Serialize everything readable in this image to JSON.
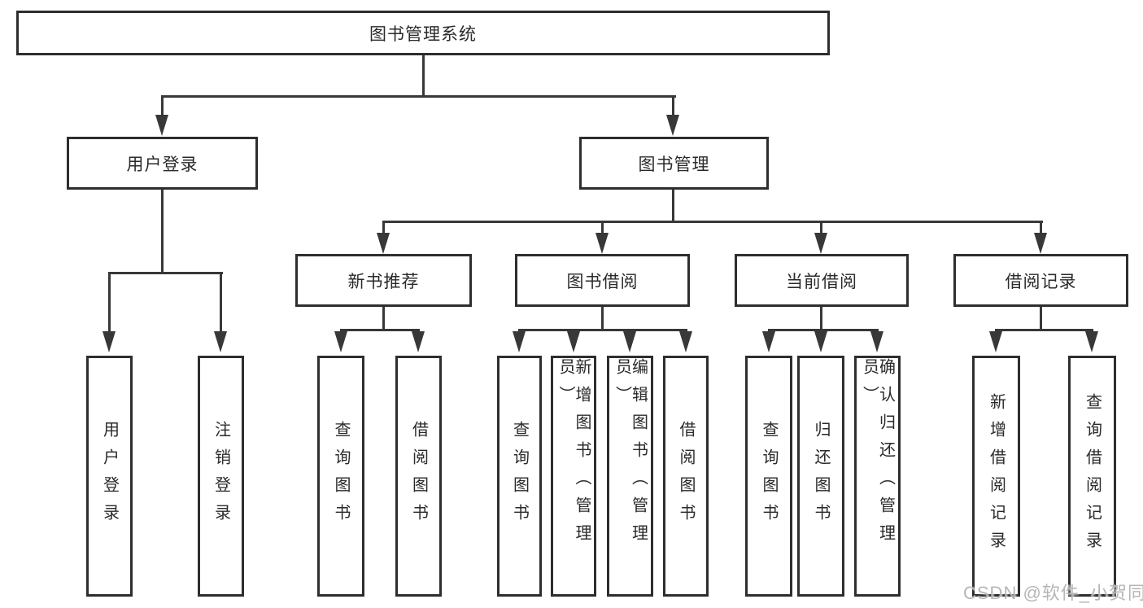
{
  "diagram_title": "图书管理系统",
  "colors": {
    "line": "#383838",
    "box_border": "#2e2e2e",
    "text": "#2a2a2a",
    "background": "#ffffff",
    "watermark": "#b2b2b2"
  },
  "nodes": {
    "root": "图书管理系统",
    "user_login": "用户登录",
    "book_mgmt": "图书管理",
    "new_book_rec": "新书推荐",
    "book_borrow": "图书借阅",
    "current_borrow": "当前借阅",
    "borrow_records": "借阅记录",
    "leaf_user_login": "用户登录",
    "leaf_logout": "注销登录",
    "leaf_query_book_a": "查询图书",
    "leaf_borrow_book_a": "借阅图书",
    "leaf_query_book_b": "查询图书",
    "leaf_add_book": "新增图书（管理员）",
    "leaf_edit_book": "编辑图书（管理员）",
    "leaf_borrow_book_b": "借阅图书",
    "leaf_query_book_c": "查询图书",
    "leaf_return_book": "归还图书",
    "leaf_confirm_return": "确认归还（管理员）",
    "leaf_add_borrow_record": "新增借阅记录",
    "leaf_query_borrow_record": "查询借阅记录"
  },
  "watermark": "CSDN @软件_小贺同学"
}
